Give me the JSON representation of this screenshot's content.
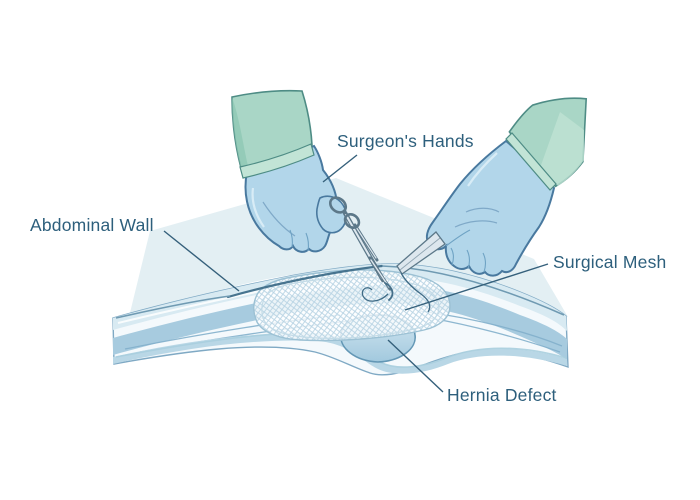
{
  "figure": {
    "type": "medical-illustration",
    "subject": "hernia repair with surgical mesh",
    "labels": {
      "surgeons_hands": "Surgeon's Hands",
      "abdominal_wall": "Abdominal Wall",
      "surgical_mesh": "Surgical Mesh",
      "hernia_defect": "Hernia Defect"
    },
    "parts": [
      "left-surgeon-hand",
      "right-surgeon-hand",
      "needle-holder",
      "forceps",
      "abdominal-wall-layers",
      "surgical-mesh-patch",
      "hernia-bulge",
      "suture-thread"
    ],
    "colors": {
      "background": "#ffffff",
      "label_text": "#2d5f7c",
      "leader_line": "#35607b",
      "glove": "#b2d6ea",
      "glove_outline": "#49799f",
      "cuff": "#a9d6c6",
      "cuff_outline": "#4e8c85",
      "field_drape": "#e3eff3",
      "skin_layer": "#d8eaf2",
      "muscle_layer": "#a7cbdf",
      "fascia_white": "#fafdfe",
      "deep_layer": "#b9d7e6",
      "hernia_bulge": "#a9cee1",
      "bulge_outline": "#6397b5",
      "mesh_grid": "#b7d3e3",
      "mesh_outline": "#9cc1d4",
      "instrument_metal": "#dde7ee",
      "instrument_outline": "#5c7889",
      "suture": "#3f6b86"
    }
  }
}
